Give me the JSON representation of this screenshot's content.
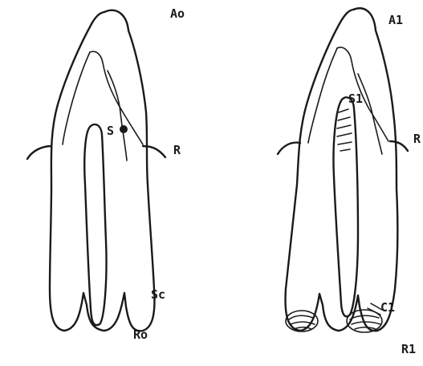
{
  "figure": {
    "left": {
      "label_apex": "Ao",
      "label_s": "S",
      "label_r": "R",
      "label_sc": "Sc",
      "label_root": "Ro"
    },
    "right": {
      "label_apex": "A1",
      "label_s": "S1",
      "label_r": "R",
      "label_c": "C1",
      "label_root": "R1"
    }
  }
}
